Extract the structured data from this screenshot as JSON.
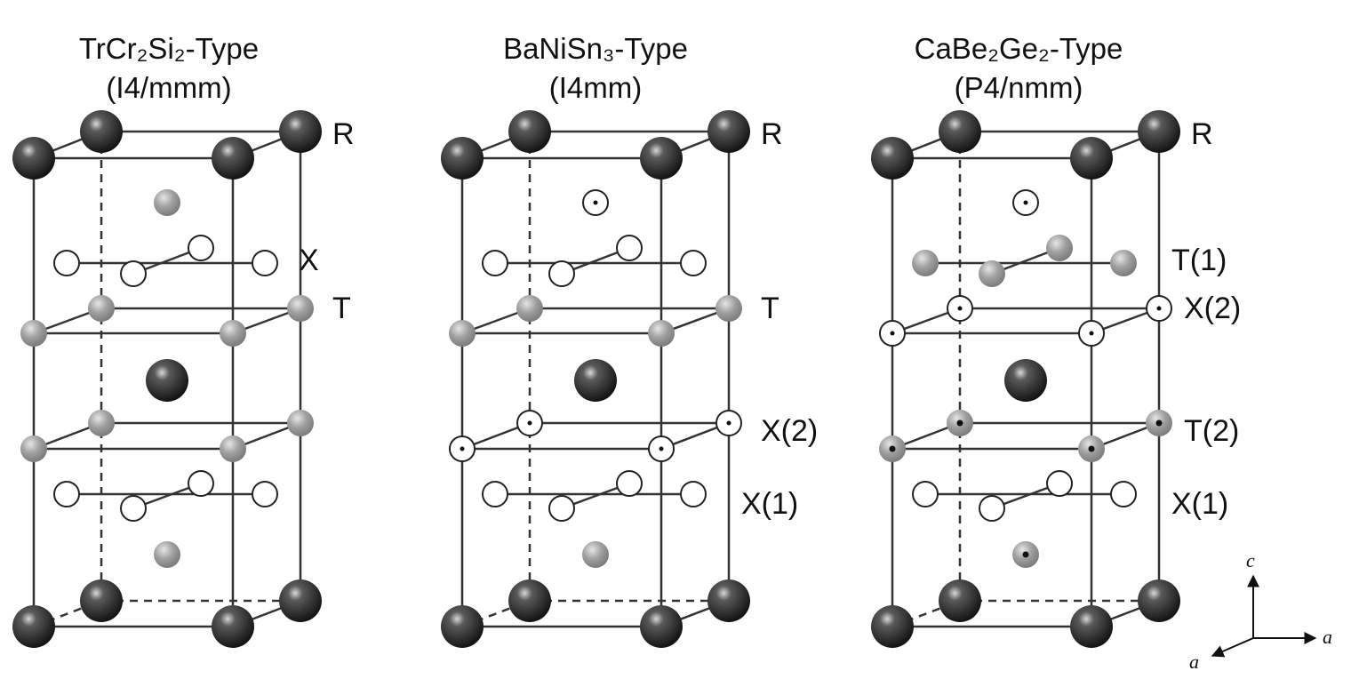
{
  "panels": [
    {
      "title": "TrCr₂Si₂-Type",
      "space_group": "(I4/mmm)",
      "labels": [
        "R",
        "X",
        "T"
      ]
    },
    {
      "title": "BaNiSn₃-Type",
      "space_group": "(I4mm)",
      "labels": [
        "R",
        "T",
        "X(2)",
        "X(1)"
      ]
    },
    {
      "title": "CaBe₂Ge₂-Type",
      "space_group": "(P4/nmm)",
      "labels": [
        "R",
        "T(1)",
        "X(2)",
        "T(2)",
        "X(1)"
      ]
    }
  ],
  "axes": {
    "c": "c",
    "a_right": "a",
    "a_left": "a"
  },
  "colors": {
    "R": "#2a2a2a",
    "T": "#9a9a9a",
    "X": "#ffffff",
    "line": "#333333"
  }
}
